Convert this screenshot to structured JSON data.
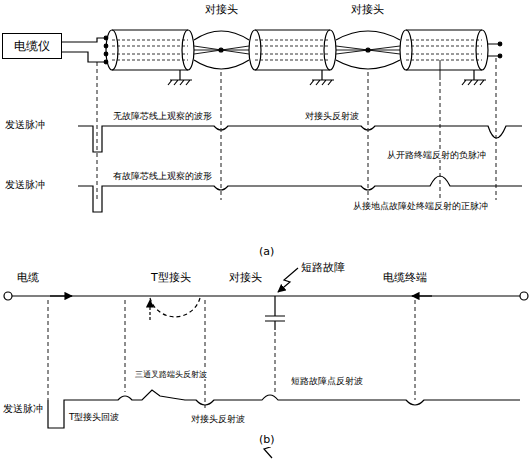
{
  "diagram": {
    "nodes": [
      {
        "text": [
          "电缆仪"
        ]
      }
    ],
    "labels": [
      "对接头",
      "对接头",
      "发送脉冲",
      "无故障芯线上观察的波形",
      "对接头反射波",
      "从开路终端反射的负脉冲",
      "发送脉冲",
      "有故障芯线上观察的波形",
      "从接地点故障处终端反射的正脉冲",
      "(a)",
      "电缆",
      "T型接头",
      "对接头",
      "短路故障",
      "电缆终端",
      "发送脉冲",
      "T型接头回波",
      "三通叉路端头反射波",
      "对接头反射波",
      "短路故障点反射波",
      "(b)"
    ]
  }
}
